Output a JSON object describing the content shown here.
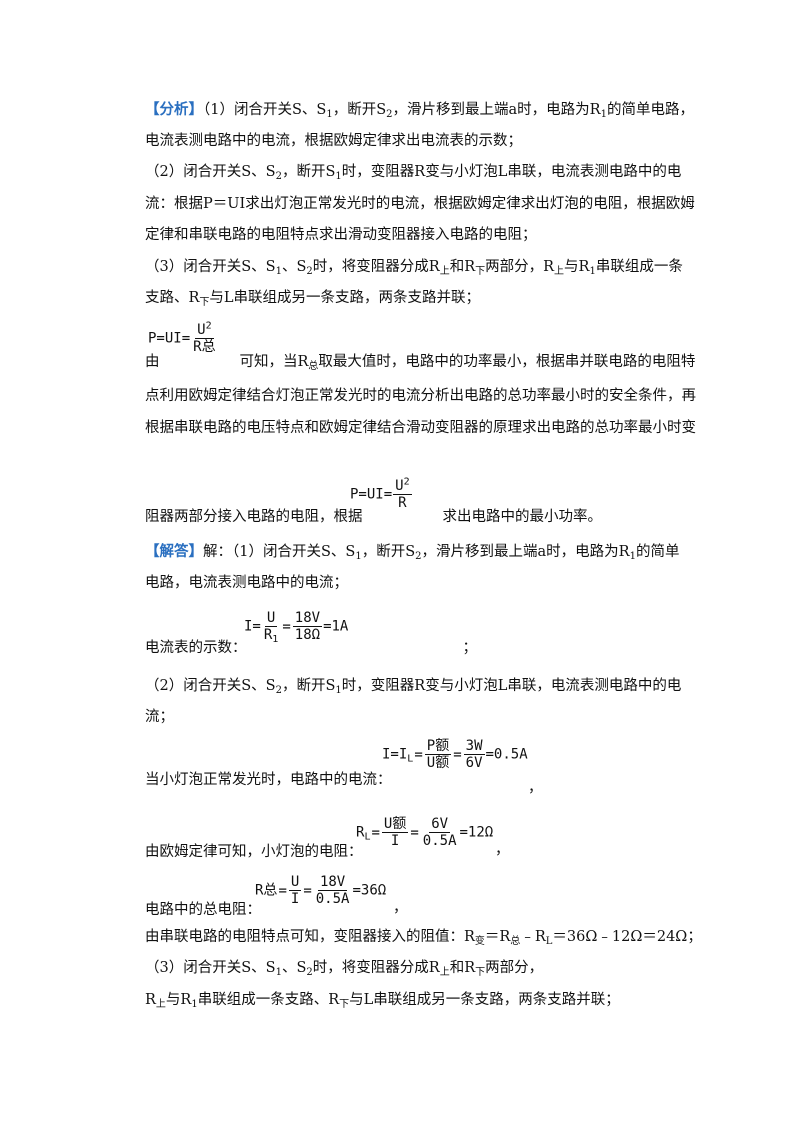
{
  "analysis": {
    "tag": "【分析】",
    "p1a": "（1）闭合开关S、S",
    "p1a_sub": "1",
    "p1b": "，断开S",
    "p1b_sub": "2",
    "p1c": "，滑片移到最上端a时，电路为R",
    "p1c_sub": "1",
    "p1d": "的简单电路，",
    "p1e": "电流表测电路中的电流，根据欧姆定律求出电流表的示数；",
    "p2a": "（2）闭合开关S、S",
    "p2a_sub": "2",
    "p2b": "，断开S",
    "p2b_sub": "1",
    "p2c": "时，变阻器R变与小灯泡L串联，电流表测电路中的电",
    "p2d": "流：根据P＝UI求出灯泡正常发光时的电流，根据欧姆定律求出灯泡的电阻，根据欧姆",
    "p2e": "定律和串联电路的电阻特点求出滑动变阻器接入电路的电阻；",
    "p3a": "（3）闭合开关S、S",
    "p3a_sub": "1",
    "p3b": "、S",
    "p3b_sub": "2",
    "p3c": "时，将变阻器分成R",
    "p3c_sub": "上",
    "p3d": "和R",
    "p3d_sub": "下",
    "p3e": "两部分，R",
    "p3e_sub": "上",
    "p3f": "与R",
    "p3f_sub": "1",
    "p3g": "串联组成一条",
    "p3h": "支路、R",
    "p3h_sub": "下",
    "p3i": "与L串联组成另一条支路，两条支路并联；",
    "p4a": "由",
    "p4b": "可知，当R",
    "p4b_sub": "总",
    "p4c": "取最大值时，电路中的功率最小，根据串并联电路的电阻特",
    "p4d": "点利用欧姆定律结合灯泡正常发光时的电流分析出电路的总功率最小时的安全条件，再",
    "p4e": "根据串联电路的电压特点和欧姆定律结合滑动变阻器的原理求出电路的总功率最小时变",
    "p4f": "阻器两部分接入电路的电阻，根据",
    "p4g": "求出电路中的最小功率。"
  },
  "answer": {
    "tag": "【解答】",
    "a1a": "解：（1）闭合开关S、S",
    "a1a_sub": "1",
    "a1b": "，断开S",
    "a1b_sub": "2",
    "a1c": "，滑片移到最上端a时，电路为R",
    "a1c_sub": "1",
    "a1d": "的简单",
    "a1e": "电路，电流表测电路中的电流；",
    "a1f": "电流表的示数：",
    "a1g": "；",
    "a2a": "（2）闭合开关S、S",
    "a2a_sub": "2",
    "a2b": "，断开S",
    "a2b_sub": "1",
    "a2c": "时，变阻器R变与小灯泡L串联，电流表测电路中的电",
    "a2d": "流；",
    "a2e": "当小灯泡正常发光时，电路中的电流：",
    "a2f": "，",
    "a2g": "由欧姆定律可知，小灯泡的电阻：",
    "a2h": "，",
    "a2i": "电路中的总电阻：",
    "a2j": "，",
    "a2k": "由串联电路的电阻特点可知，变阻器接入的阻值：R",
    "a2k_sub": "变",
    "a2l": "＝R",
    "a2l_sub": "总",
    "a2m": "﹣R",
    "a2m_sub": "L",
    "a2n": "＝36Ω﹣12Ω＝24Ω；",
    "a3a": "（3）闭合开关S、S",
    "a3a_sub": "1",
    "a3b": "、S",
    "a3b_sub": "2",
    "a3c": "时，将变阻器分成R",
    "a3c_sub": "上",
    "a3d": "和R",
    "a3d_sub": "下",
    "a3e": "两部分，",
    "a3f": "R",
    "a3f_sub": "上",
    "a3g": "与R",
    "a3g_sub": "1",
    "a3h": "串联组成一条支路、R",
    "a3h_sub": "下",
    "a3i": "与L串联组成另一条支路，两条支路并联；"
  },
  "formulas": {
    "f1_lhs": "P=UI=",
    "f1_num": "U",
    "f1_sup": "2",
    "f1_den": "R总",
    "f2_lhs": "P=UI=",
    "f2_num": "U",
    "f2_sup": "2",
    "f2_den": "R",
    "f3_lhs": "I=",
    "f3_n1": "U",
    "f3_d1": "R",
    "f3_d1_sub": "1",
    "f3_eq": "=",
    "f3_n2": "18V",
    "f3_d2": "18Ω",
    "f3_rhs": "=1A",
    "f4_lhs": "I=I",
    "f4_lhs_sub": "L",
    "f4_eq1": "=",
    "f4_n1": "P额",
    "f4_d1": "U额",
    "f4_eq2": "=",
    "f4_n2": "3W",
    "f4_d2": "6V",
    "f4_rhs": "=0.5A",
    "f5_lhs": "R",
    "f5_lhs_sub": "L",
    "f5_eq1": "=",
    "f5_n1": "U额",
    "f5_d1": "I",
    "f5_eq2": "=",
    "f5_n2": "6V",
    "f5_d2": "0.5A",
    "f5_rhs": "=12Ω",
    "f6_lhs": "R总",
    "f6_eq1": "=",
    "f6_n1": "U",
    "f6_d1": "I",
    "f6_eq2": "=",
    "f6_n2": "18V",
    "f6_d2": "0.5A",
    "f6_rhs": "=36Ω"
  }
}
